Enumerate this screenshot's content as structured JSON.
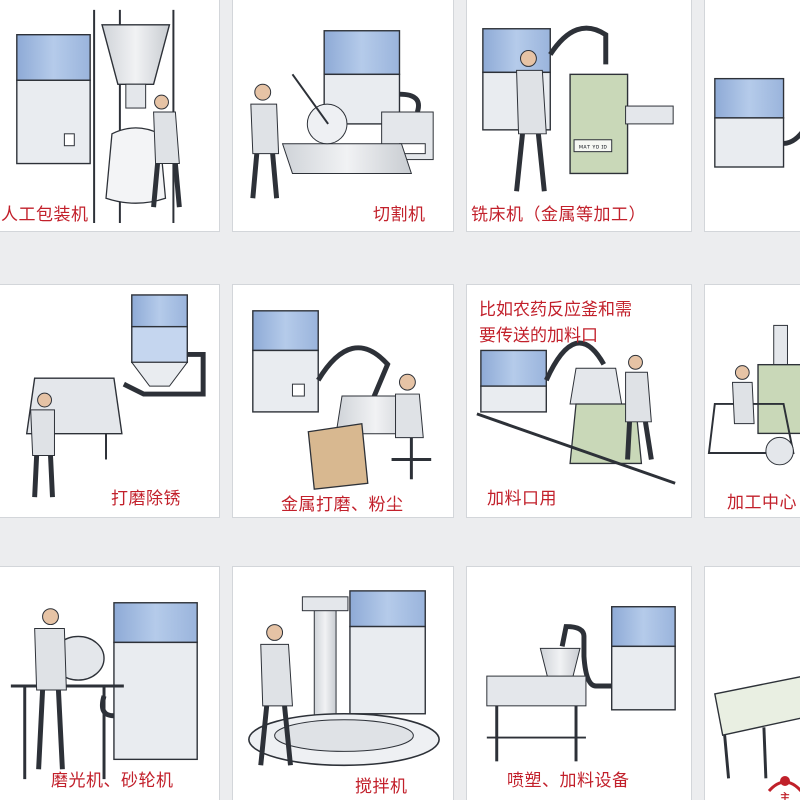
{
  "panels": [
    {
      "id": "manual-packing",
      "caption": "人工包装机"
    },
    {
      "id": "cutting",
      "caption": "切割机"
    },
    {
      "id": "milling",
      "caption": "铣床机（金属等加工）",
      "machine_label": "ᴍᴀᴛ ʏᴅ ɪᴅ"
    },
    {
      "id": "partial-top-right",
      "caption": ""
    },
    {
      "id": "rust-grinding",
      "caption": "打磨除锈"
    },
    {
      "id": "metal-grinding-dust",
      "caption": "金属打磨、粉尘"
    },
    {
      "id": "feeding-port",
      "caption": "加料口用",
      "note_lines": [
        "比如农药反应釜和需",
        "要传送的加料口"
      ]
    },
    {
      "id": "machining-center",
      "caption": "加工中心"
    },
    {
      "id": "polishing",
      "caption": "磨光机、砂轮机"
    },
    {
      "id": "mixing",
      "caption": "搅拌机"
    },
    {
      "id": "spray-feeding",
      "caption": "喷塑、加料设备"
    },
    {
      "id": "partial-bottom-right",
      "caption": ""
    }
  ],
  "watermark": {
    "text": "主"
  },
  "colors": {
    "caption": "#c2202b",
    "collector_blue": "#a9c3e8",
    "collector_blue_dark": "#7f9cc7",
    "machine_green": "#c9d8b8",
    "outline": "#2d3138",
    "skin": "#e6c3a5",
    "shirt": "#dfe2e6",
    "crate": "#d8b890"
  }
}
